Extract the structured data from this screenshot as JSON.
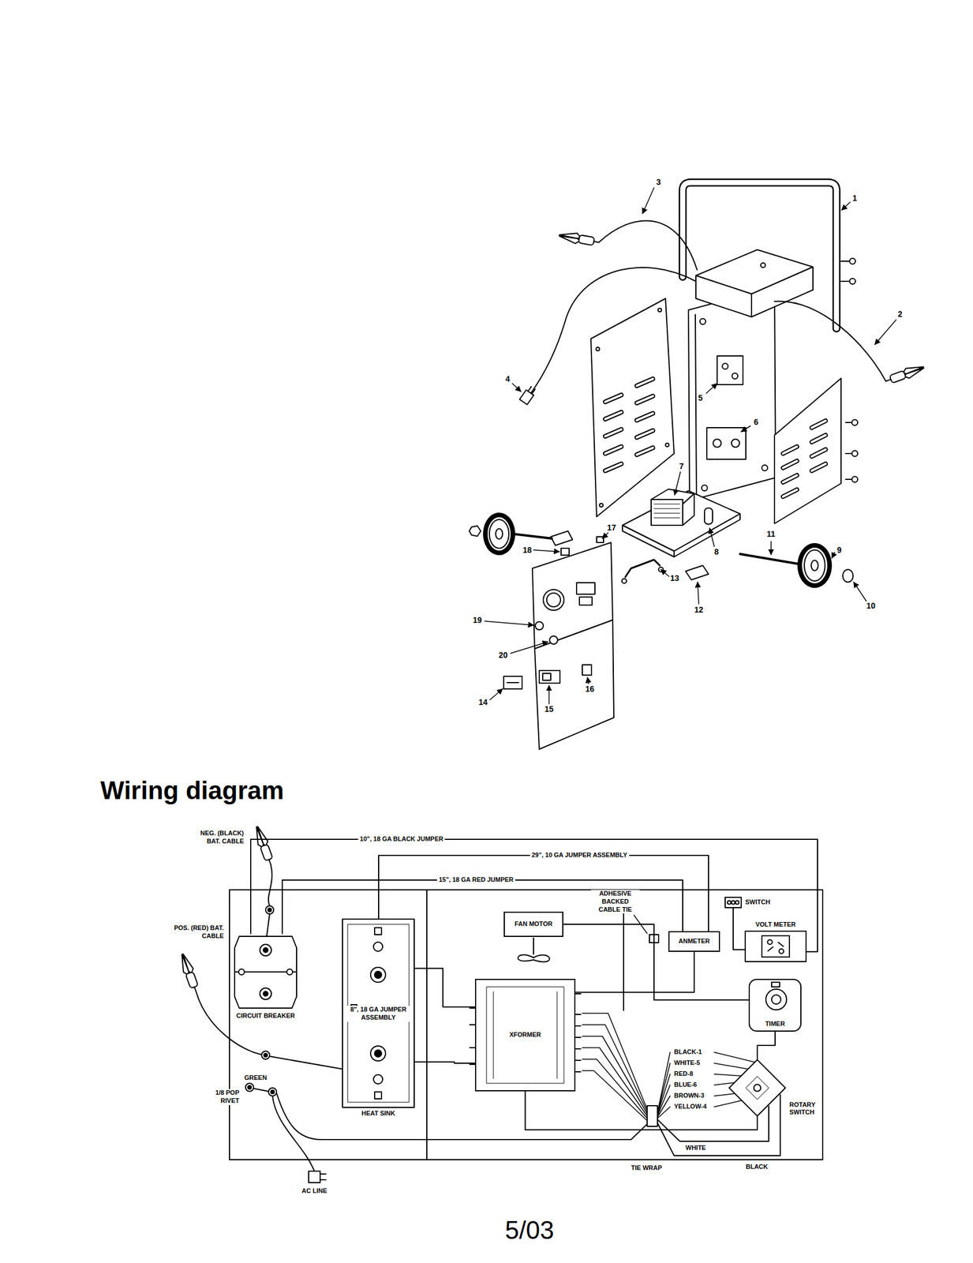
{
  "diagram": {
    "title": "Wiring diagram",
    "caption": "5/03",
    "nodes": [
      {
        "text": [
          "CIRCUIT BREAKER"
        ]
      },
      {
        "text": [
          "HEAT SINK"
        ]
      },
      {
        "text": [
          "FAN MOTOR"
        ]
      },
      {
        "text": [
          "XFORMER"
        ]
      },
      {
        "text": [
          "ANMETER"
        ]
      },
      {
        "text": [
          "SWITCH"
        ]
      },
      {
        "text": [
          "VOLT METER"
        ]
      },
      {
        "text": [
          "TIMER"
        ]
      },
      {
        "text": [
          "ROTARY SWITCH"
        ]
      }
    ],
    "edges": [
      {
        "from": 0,
        "to": 6,
        "arrow": "none",
        "label": "10\", 18 GA BLACK JUMPER"
      },
      {
        "from": 1,
        "to": 4,
        "arrow": "none",
        "label": "29\", 10 GA JUMPER ASSEMBLY"
      },
      {
        "from": 0,
        "to": 4,
        "arrow": "none",
        "label": "15\", 18 GA RED JUMPER"
      },
      {
        "from": 1,
        "to": 3,
        "arrow": "none"
      },
      {
        "from": 1,
        "to": 3,
        "arrow": "none"
      },
      {
        "from": 3,
        "to": 4,
        "arrow": "none"
      },
      {
        "from": 2,
        "to": 7,
        "arrow": "none"
      },
      {
        "from": 3,
        "to": 8,
        "arrow": "none"
      },
      {
        "from": 7,
        "to": 8,
        "arrow": "none"
      },
      {
        "from": 5,
        "to": 6,
        "arrow": "none"
      }
    ],
    "labels": [
      "1",
      "2",
      "3",
      "4",
      "5",
      "6",
      "7",
      "8",
      "9",
      "10",
      "11",
      "12",
      "13",
      "14",
      "15",
      "16",
      "17",
      "18",
      "19",
      "20",
      "NEG. (BLACK) BAT. CABLE",
      "POS. (RED) BAT. CABLE",
      "8\", 18 GA JUMPER ASSEMBLY",
      "ADHESIVE BACKED CABLE TIE",
      "1/8 POP RIVET",
      "GREEN",
      "AC LINE",
      "TIE WRAP",
      "BLACK-1",
      "WHITE-5",
      "RED-8",
      "BLUE-6",
      "BROWN-3",
      "YELLOW-4",
      "WHITE",
      "BLACK"
    ]
  }
}
